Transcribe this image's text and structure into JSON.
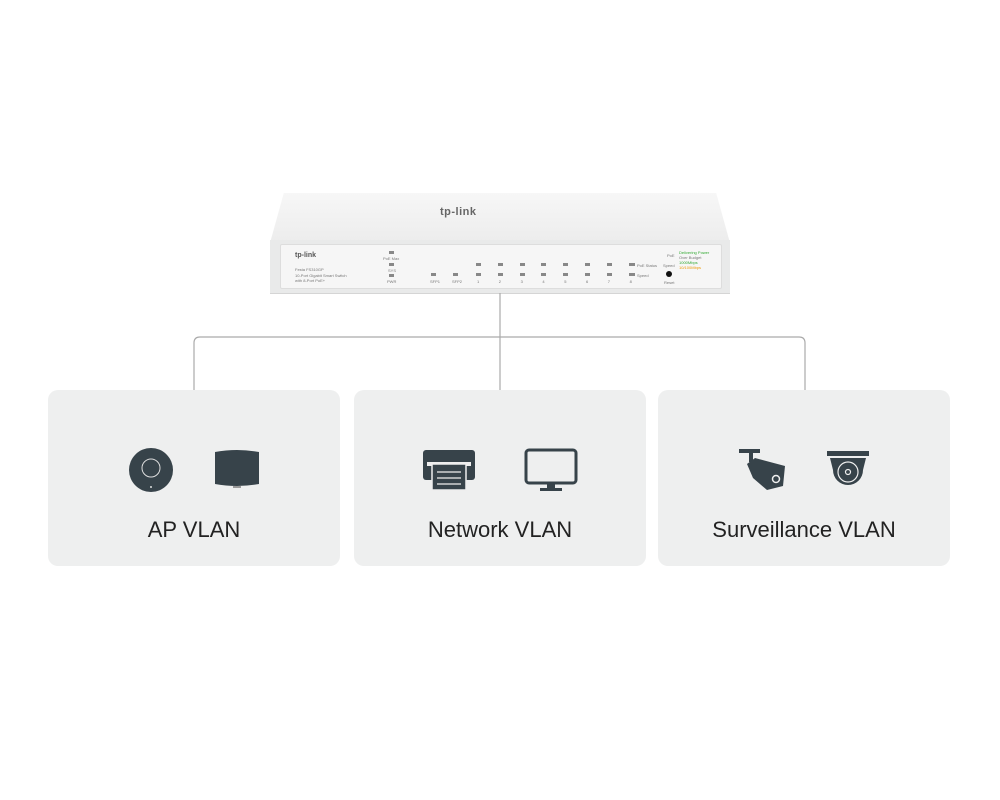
{
  "switch": {
    "brand": "tp-link",
    "model": "Festa FS310GP",
    "description_line1": "10-Port Gigabit Smart Switch",
    "description_line2": "with 8-Port PoE+",
    "leds": {
      "poe_max": "PoE Max",
      "sys": "SYS",
      "pwr": "PWR"
    },
    "ports": [
      "SFP1",
      "SFP2",
      "1",
      "2",
      "3",
      "4",
      "5",
      "6",
      "7",
      "8"
    ],
    "row_labels": {
      "poe_status": "PoE Status",
      "speed": "Speed"
    },
    "legend": {
      "poe": "PoE",
      "delivering": "Delivering Power",
      "over_budget": "Over Budget",
      "speed": "Speed",
      "gig": "1000Mbps",
      "fast": "10/100Mbps"
    },
    "reset": "Reset"
  },
  "colors": {
    "line": "#aaaaaa",
    "card_bg": "#eeefef",
    "icon": "#37434a"
  },
  "groups": [
    {
      "label": "AP VLAN",
      "icons": [
        "ceiling-access-point-icon",
        "wall-access-point-icon"
      ]
    },
    {
      "label": "Network VLAN",
      "icons": [
        "printer-icon",
        "monitor-icon"
      ]
    },
    {
      "label": "Surveillance VLAN",
      "icons": [
        "bullet-camera-icon",
        "dome-camera-icon"
      ]
    }
  ]
}
